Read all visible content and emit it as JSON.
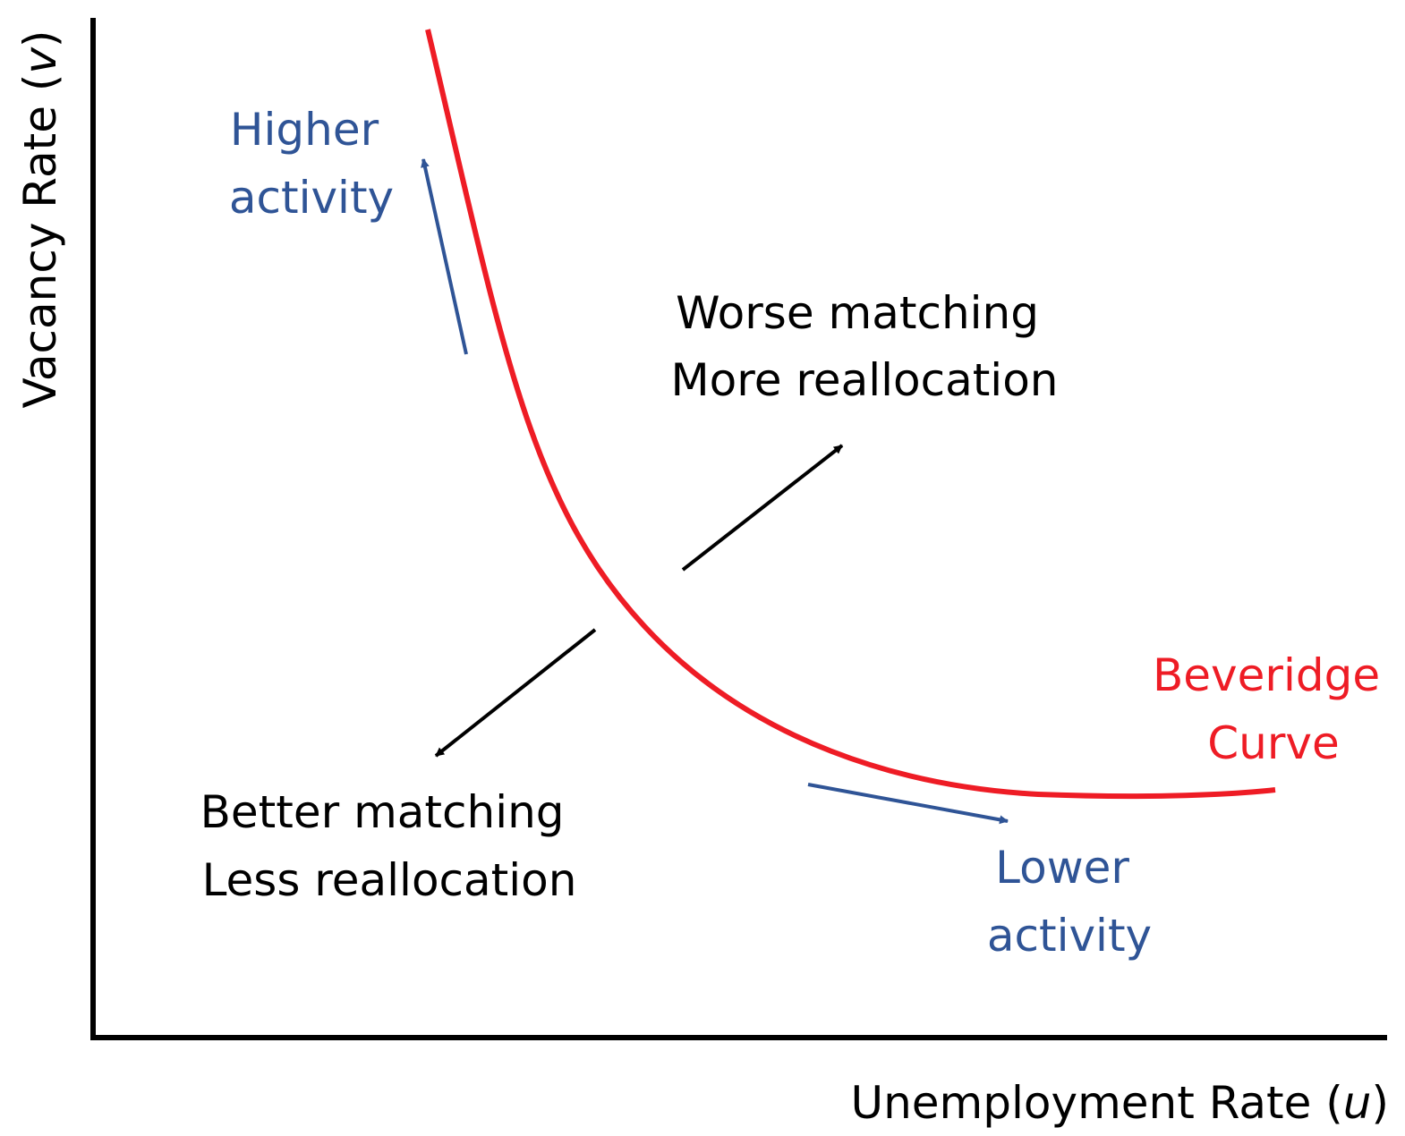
{
  "colors": {
    "curve": "#ee1c25",
    "blue_arrow": "#2f5496",
    "black": "#000000",
    "background": "#ffffff"
  },
  "axes": {
    "y_label_main": "Vacancy Rate (",
    "y_label_var": "v",
    "y_label_close": ")",
    "x_label_main": "Unemployment Rate (",
    "x_label_var": "u",
    "x_label_close": ")"
  },
  "curve": {
    "label_line1": "Beveridge",
    "label_line2": "Curve"
  },
  "annotations": {
    "higher_activity": [
      "Higher",
      "activity"
    ],
    "lower_activity": [
      "Lower",
      "activity"
    ],
    "worse_matching": [
      "Worse matching",
      "More reallocation"
    ],
    "better_matching": [
      "Better matching",
      "Less reallocation"
    ]
  }
}
